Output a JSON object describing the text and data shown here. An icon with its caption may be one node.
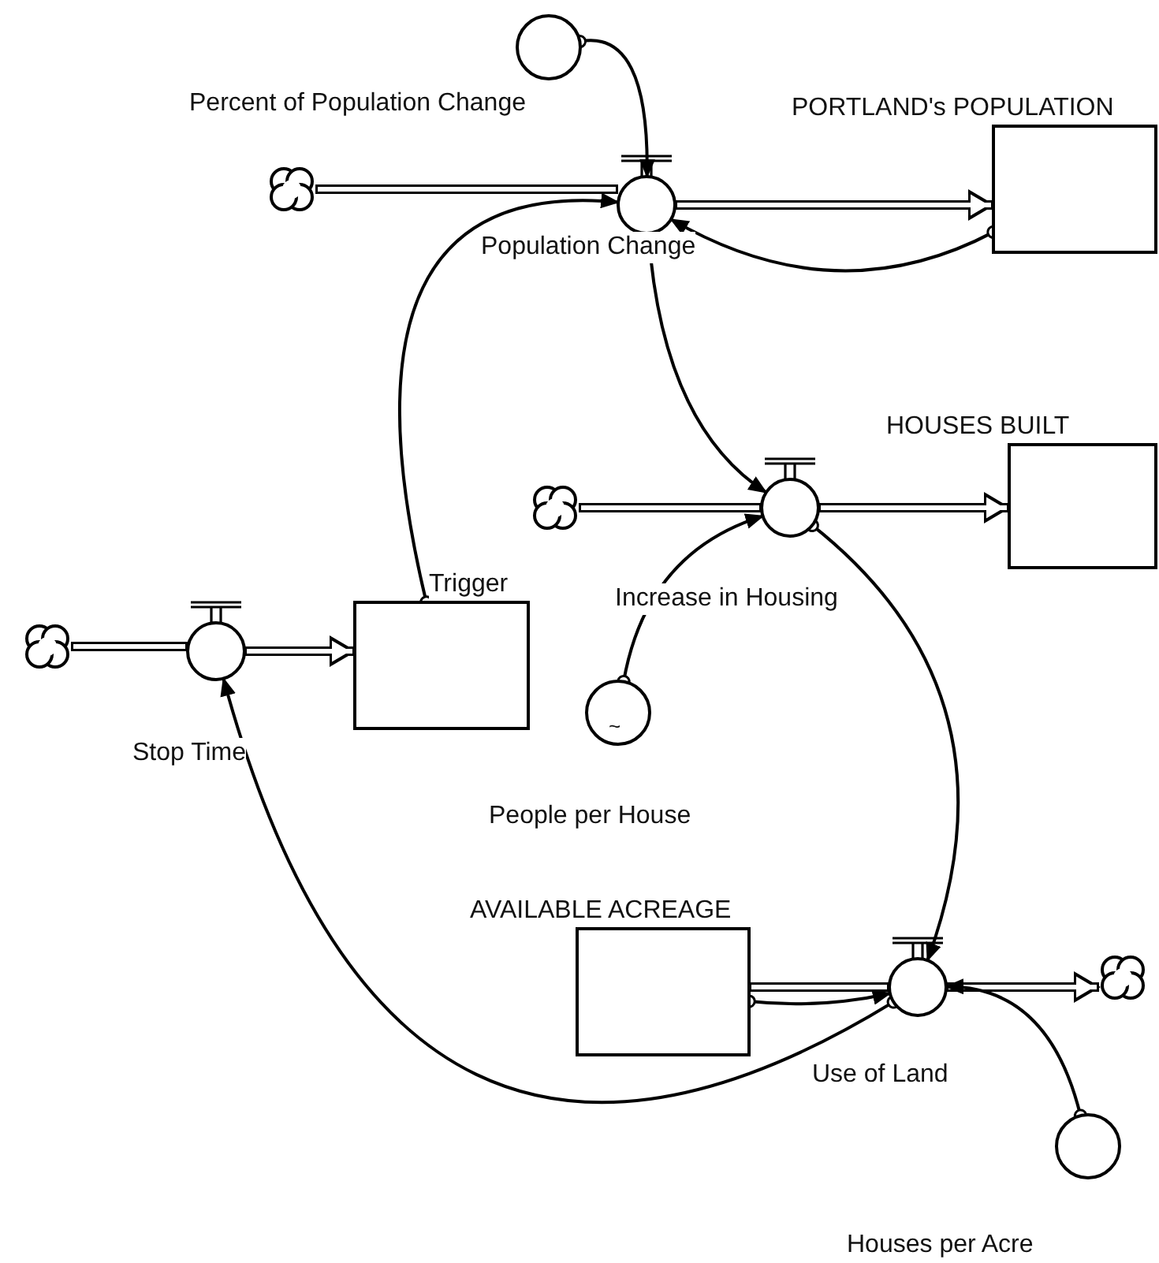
{
  "diagram": {
    "nodes": [
      {
        "text": [
          "Percent of Population Change"
        ]
      },
      {
        "text": [],
        "shape": "cloud"
      },
      {
        "text": [
          "Population Change"
        ]
      },
      {
        "text": [
          "PORTLAND's POPULATION"
        ]
      },
      {
        "text": [
          "HOUSES BUILT"
        ]
      },
      {
        "text": [],
        "shape": "cloud"
      },
      {
        "text": [
          "Increase in Housing"
        ]
      },
      {
        "text": [
          "~",
          "People per House"
        ]
      },
      {
        "text": [],
        "shape": "cloud"
      },
      {
        "text": [
          "Stop Time"
        ]
      },
      {
        "text": [
          "Trigger"
        ]
      },
      {
        "text": [
          "AVAILABLE ACREAGE"
        ]
      },
      {
        "text": [
          "Use of Land"
        ]
      },
      {
        "text": [],
        "shape": "cloud"
      },
      {
        "text": [
          "Houses per Acre"
        ]
      }
    ],
    "edges": [
      {
        "from": 1,
        "to": 2,
        "arrow": "none",
        "style": "thick"
      },
      {
        "from": 2,
        "to": 3,
        "arrow": "to",
        "style": "thick"
      },
      {
        "from": 5,
        "to": 6,
        "arrow": "none",
        "style": "thick"
      },
      {
        "from": 6,
        "to": 4,
        "arrow": "to",
        "style": "thick"
      },
      {
        "from": 8,
        "to": 9,
        "arrow": "none",
        "style": "thick"
      },
      {
        "from": 9,
        "to": 10,
        "arrow": "to",
        "style": "thick"
      },
      {
        "from": 11,
        "to": 12,
        "arrow": "none",
        "style": "thick"
      },
      {
        "from": 12,
        "to": 13,
        "arrow": "to",
        "style": "thick"
      },
      {
        "from": 0,
        "to": 2,
        "arrow": "to"
      },
      {
        "from": 3,
        "to": 2,
        "arrow": "to"
      },
      {
        "from": 10,
        "to": 2,
        "arrow": "to"
      },
      {
        "from": 2,
        "to": 6,
        "arrow": "to"
      },
      {
        "from": 7,
        "to": 6,
        "arrow": "to"
      },
      {
        "from": 6,
        "to": 12,
        "arrow": "to"
      },
      {
        "from": 14,
        "to": 12,
        "arrow": "to"
      },
      {
        "from": 11,
        "to": 12,
        "arrow": "to"
      },
      {
        "from": 12,
        "to": 9,
        "arrow": "to"
      }
    ]
  }
}
